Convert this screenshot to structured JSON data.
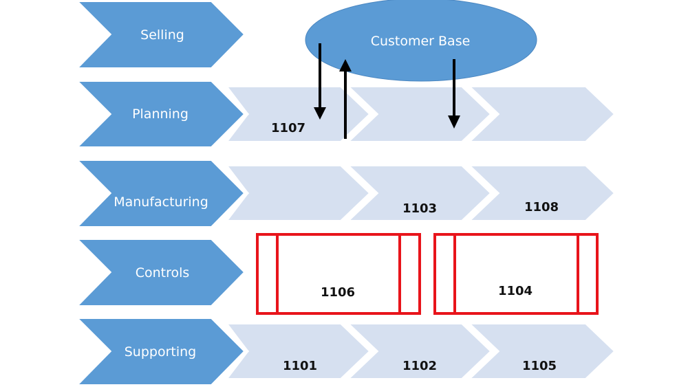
{
  "colors": {
    "category_fill": "#5B9BD5",
    "step_fill": "#D6E0F0",
    "box_stroke": "#E8141B",
    "arrow": "#000000",
    "ellipse_fill": "#5B9BD5"
  },
  "categories": [
    {
      "label": "Selling"
    },
    {
      "label": "Planning"
    },
    {
      "label": "Manufacturing"
    },
    {
      "label": "Controls"
    },
    {
      "label": "Supporting"
    }
  ],
  "rows": {
    "planning": {
      "steps": [
        "1107",
        "",
        ""
      ]
    },
    "manufacturing": {
      "steps": [
        "",
        "1103",
        "1108"
      ]
    },
    "controls": {
      "boxes": [
        "1106",
        "1104"
      ]
    },
    "supporting": {
      "steps": [
        "1101",
        "1102",
        "1105"
      ]
    }
  },
  "customer_base": {
    "label": "Customer Base"
  },
  "arrows": [
    {
      "from": "Customer Base",
      "to": "1107",
      "direction": "down"
    },
    {
      "from": "1107",
      "to": "Customer Base",
      "direction": "up"
    },
    {
      "from": "Customer Base",
      "to": "Planning step 2",
      "direction": "down"
    }
  ]
}
